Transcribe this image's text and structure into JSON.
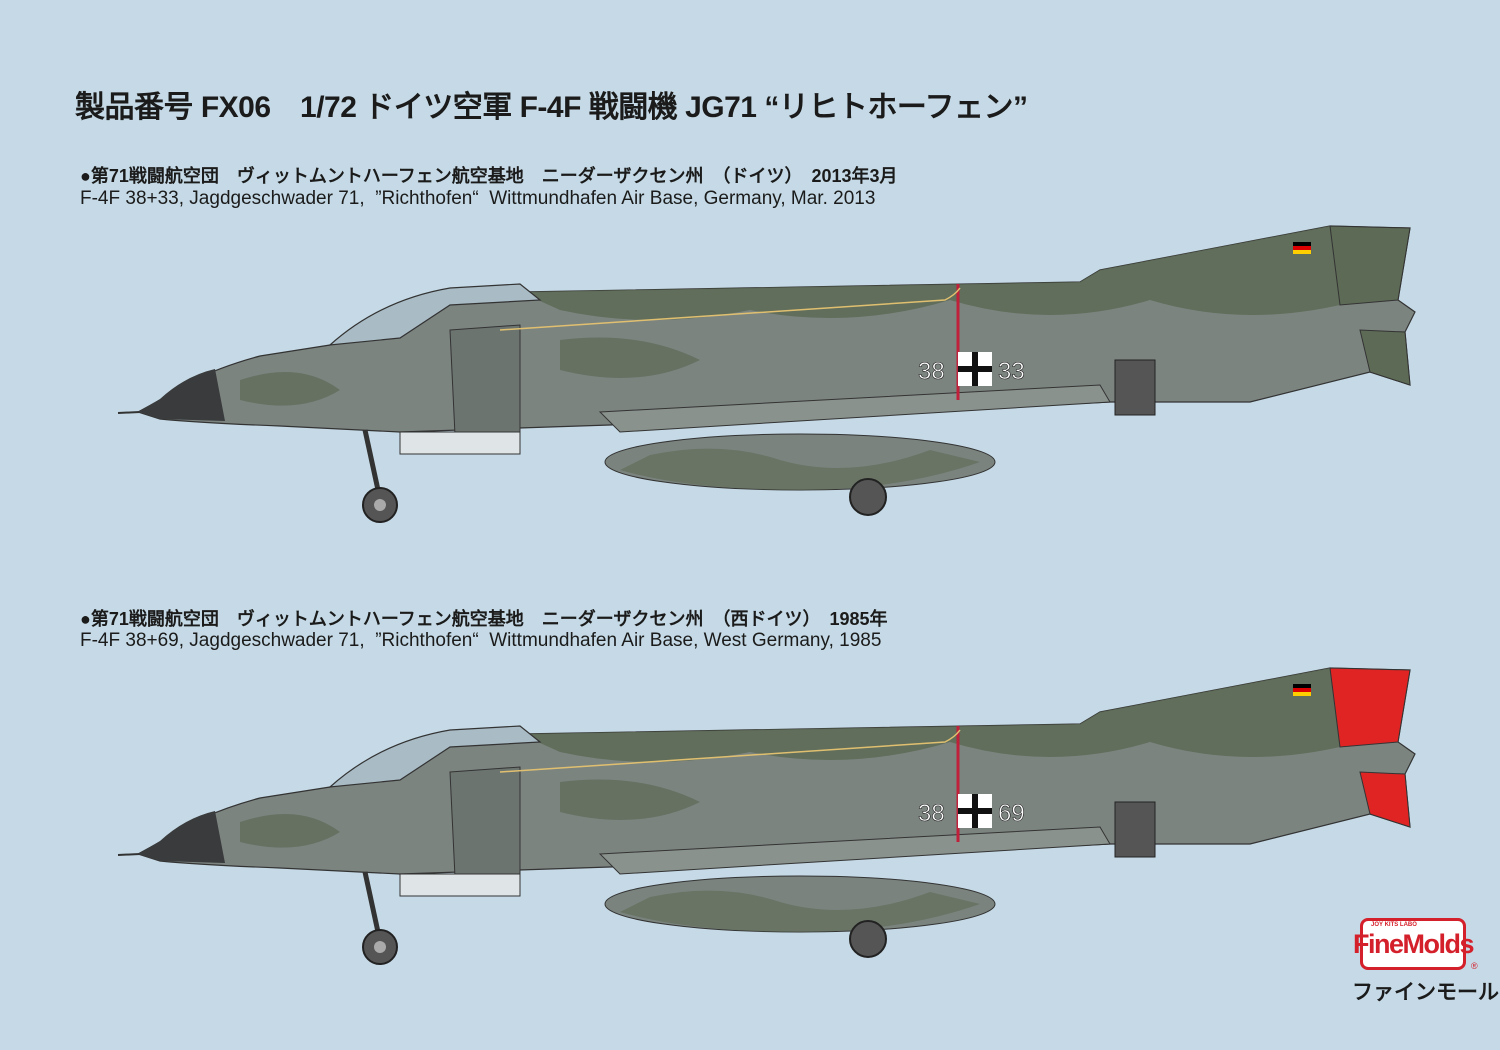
{
  "title": "製品番号 FX06　1/72 ドイツ空軍 F-4F 戦闘機 JG71 “リヒトホーフェン”",
  "aircraft": [
    {
      "caption_jp": "●第71戦闘航空団　ヴィットムントハーフェン航空基地　ニーダーザクセン州　（ドイツ）　2013年3月",
      "caption_en": "F-4F 38+33, Jagdgeschwader 71,  ”Richthofen“  Wittmundhafen Air Base, Germany, Mar. 2013",
      "code_left": "38",
      "code_right": "33",
      "tail_color": "#5d6a55"
    },
    {
      "caption_jp": "●第71戦闘航空団　ヴィットムントハーフェン航空基地　ニーダーザクセン州　（西ドイツ）　1985年",
      "caption_en": "F-4F 38+69, Jagdgeschwader 71,  ”Richthofen“  Wittmundhafen Air Base, West Germany, 1985",
      "code_left": "38",
      "code_right": "69",
      "tail_color": "#e02424"
    }
  ],
  "logo": {
    "name": "FineMolds",
    "tagline": "JOY KITS LABO",
    "kana": "ファインモールド",
    "registered": "®"
  },
  "colors": {
    "background": "#c5dae6",
    "camo_gray": "#7c8480",
    "camo_green": "#5d6a55",
    "radome": "#3a3b3d",
    "logo_red": "#d4202a"
  }
}
